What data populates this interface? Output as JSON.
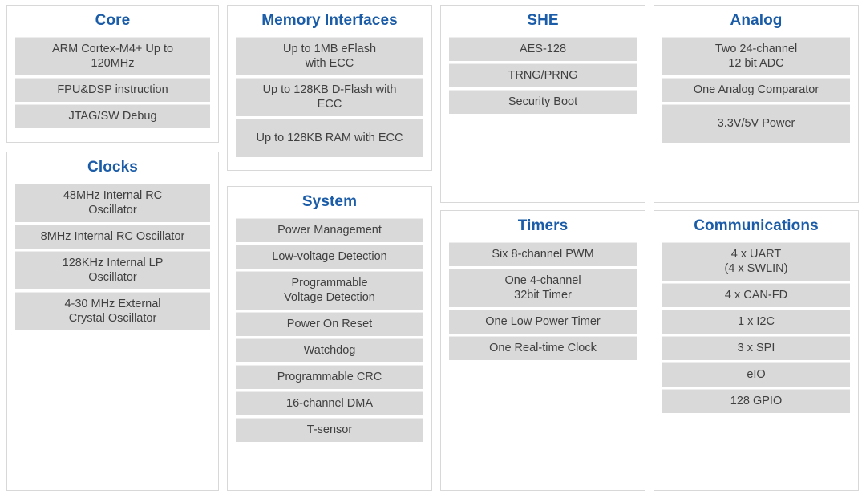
{
  "diagram": {
    "accent_color": "#1a5ca8",
    "item_bg_color": "#d9d9d9",
    "item_text_color": "#404040",
    "panel_border_color": "#d8d8d8",
    "background_color": "#ffffff",
    "panels": [
      {
        "id": "core",
        "title": "Core",
        "items": [
          {
            "label": "ARM Cortex-M4+ Up to\n120MHz",
            "lines": 2
          },
          {
            "label": "FPU&DSP instruction",
            "lines": 1
          },
          {
            "label": "JTAG/SW Debug",
            "lines": 1
          }
        ]
      },
      {
        "id": "clocks",
        "title": "Clocks",
        "items": [
          {
            "label": "48MHz Internal RC\nOscillator",
            "lines": 2
          },
          {
            "label": "8MHz Internal RC Oscillator",
            "lines": 1
          },
          {
            "label": "128KHz Internal LP\nOscillator",
            "lines": 2
          },
          {
            "label": "4-30 MHz External\nCrystal Oscillator",
            "lines": 2
          }
        ]
      },
      {
        "id": "memory",
        "title": "Memory Interfaces",
        "items": [
          {
            "label": "Up to 1MB eFlash\nwith ECC",
            "lines": 2
          },
          {
            "label": "Up to 128KB D-Flash with\nECC",
            "lines": 2
          },
          {
            "label": "Up to 128KB RAM with ECC",
            "lines": 1
          }
        ]
      },
      {
        "id": "system",
        "title": "System",
        "items": [
          {
            "label": "Power Management",
            "lines": 1
          },
          {
            "label": "Low-voltage Detection",
            "lines": 1
          },
          {
            "label": "Programmable\nVoltage Detection",
            "lines": 2
          },
          {
            "label": "Power On Reset",
            "lines": 1
          },
          {
            "label": "Watchdog",
            "lines": 1
          },
          {
            "label": "Programmable CRC",
            "lines": 1
          },
          {
            "label": "16-channel DMA",
            "lines": 1
          },
          {
            "label": "T-sensor",
            "lines": 1
          }
        ]
      },
      {
        "id": "she",
        "title": "SHE",
        "items": [
          {
            "label": "AES-128",
            "lines": 1
          },
          {
            "label": "TRNG/PRNG",
            "lines": 1
          },
          {
            "label": "Security Boot",
            "lines": 1
          }
        ]
      },
      {
        "id": "timers",
        "title": "Timers",
        "items": [
          {
            "label": "Six 8-channel PWM",
            "lines": 1
          },
          {
            "label": "One 4-channel\n32bit Timer",
            "lines": 2
          },
          {
            "label": "One Low Power Timer",
            "lines": 1
          },
          {
            "label": "One Real-time Clock",
            "lines": 1
          }
        ]
      },
      {
        "id": "analog",
        "title": "Analog",
        "items": [
          {
            "label": "Two 24-channel\n12 bit ADC",
            "lines": 2
          },
          {
            "label": "One Analog Comparator",
            "lines": 1
          },
          {
            "label": "3.3V/5V Power",
            "lines": 2
          }
        ]
      },
      {
        "id": "communications",
        "title": "Communications",
        "items": [
          {
            "label": "4 x UART\n(4 x SWLIN)",
            "lines": 2
          },
          {
            "label": "4 x CAN-FD",
            "lines": 1
          },
          {
            "label": "1 x I2C",
            "lines": 1
          },
          {
            "label": "3 x SPI",
            "lines": 1
          },
          {
            "label": "eIO",
            "lines": 1
          },
          {
            "label": "128 GPIO",
            "lines": 1
          }
        ]
      }
    ]
  }
}
